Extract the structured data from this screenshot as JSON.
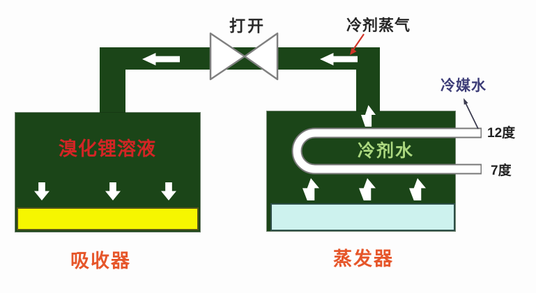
{
  "diagram": {
    "valve": {
      "state_label": "打开"
    },
    "vapor_pipe": {
      "label": "冷剂蒸气"
    },
    "chilled_water": {
      "label": "冷媒水",
      "outlet_temp": "12度",
      "inlet_temp": "7度"
    },
    "absorber": {
      "solution_label": "溴化锂溶液",
      "caption": "吸收器"
    },
    "evaporator": {
      "fluid_label": "冷剂水",
      "caption": "蒸发器"
    }
  },
  "icons": {
    "valve": "gate-valve-bowtie",
    "flow_left_arrow": "◀",
    "flow_up_arrow": "▲",
    "flow_down_arrow": "▼",
    "vapor_pointer": "red-leader-arrow",
    "chilled_water_pointer": "thin-leader-line",
    "u_tube": "white-u-shaped-tube"
  },
  "colors": {
    "duct_green": "#1b4518",
    "absorber_liquid": "#f6f600",
    "evaporator_liquid": "#cdf2ee",
    "tube_fill": "#ffffff",
    "tube_outline": "#787878",
    "solution_text": "#d32525",
    "caption_text": "#e6562a",
    "chilled_water_text": "#3d3d78",
    "fluid_text": "#abd87f",
    "pointer_red": "#d03428",
    "label_black": "#2a2a2a"
  }
}
